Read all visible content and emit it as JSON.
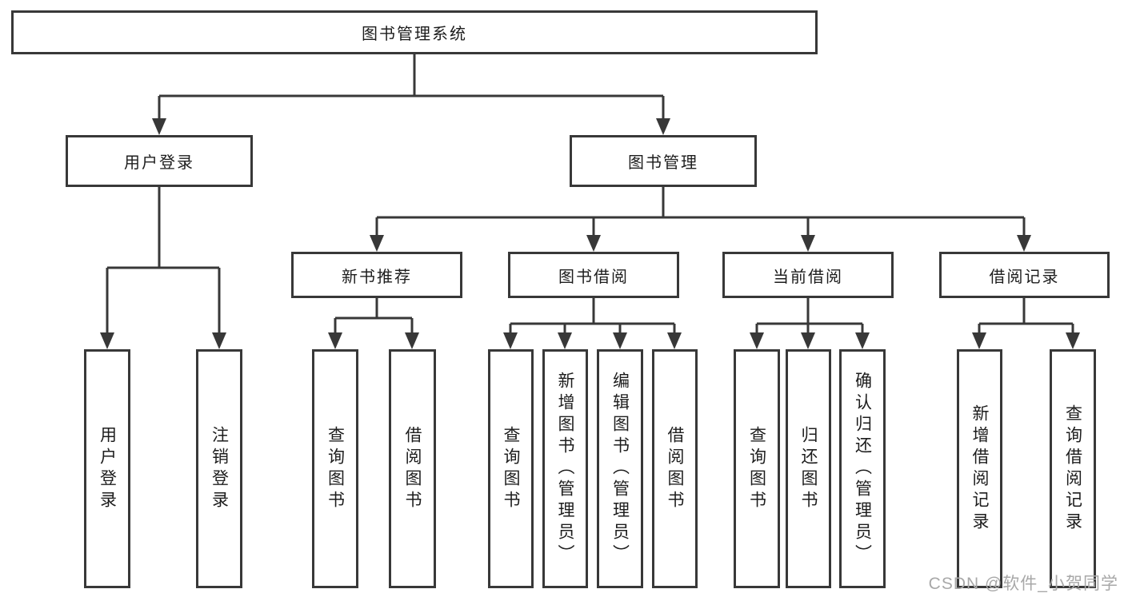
{
  "diagram": {
    "root": {
      "label": "图书管理系统"
    },
    "level2": [
      {
        "label": "用户登录"
      },
      {
        "label": "图书管理"
      }
    ],
    "level3": [
      {
        "label": "新书推荐"
      },
      {
        "label": "图书借阅"
      },
      {
        "label": "当前借阅"
      },
      {
        "label": "借阅记录"
      }
    ],
    "leaves": {
      "user_login": [
        "用户登录",
        "注销登录"
      ],
      "new_book": [
        "查询图书",
        "借阅图书"
      ],
      "book_borrow": [
        "查询图书",
        "新增图书（管理员）",
        "编辑图书（管理员）",
        "借阅图书"
      ],
      "current_borrow": [
        "查询图书",
        "归还图书",
        "确认归还（管理员）"
      ],
      "borrow_records": [
        "新增借阅记录",
        "查询借阅记录"
      ]
    }
  },
  "watermark": "CSDN @软件_小贺同学",
  "colors": {
    "line": "#383838",
    "box_border": "#383838",
    "text": "#1d1d1d",
    "watermark": "#a8a8a8",
    "background": "#ffffff"
  }
}
